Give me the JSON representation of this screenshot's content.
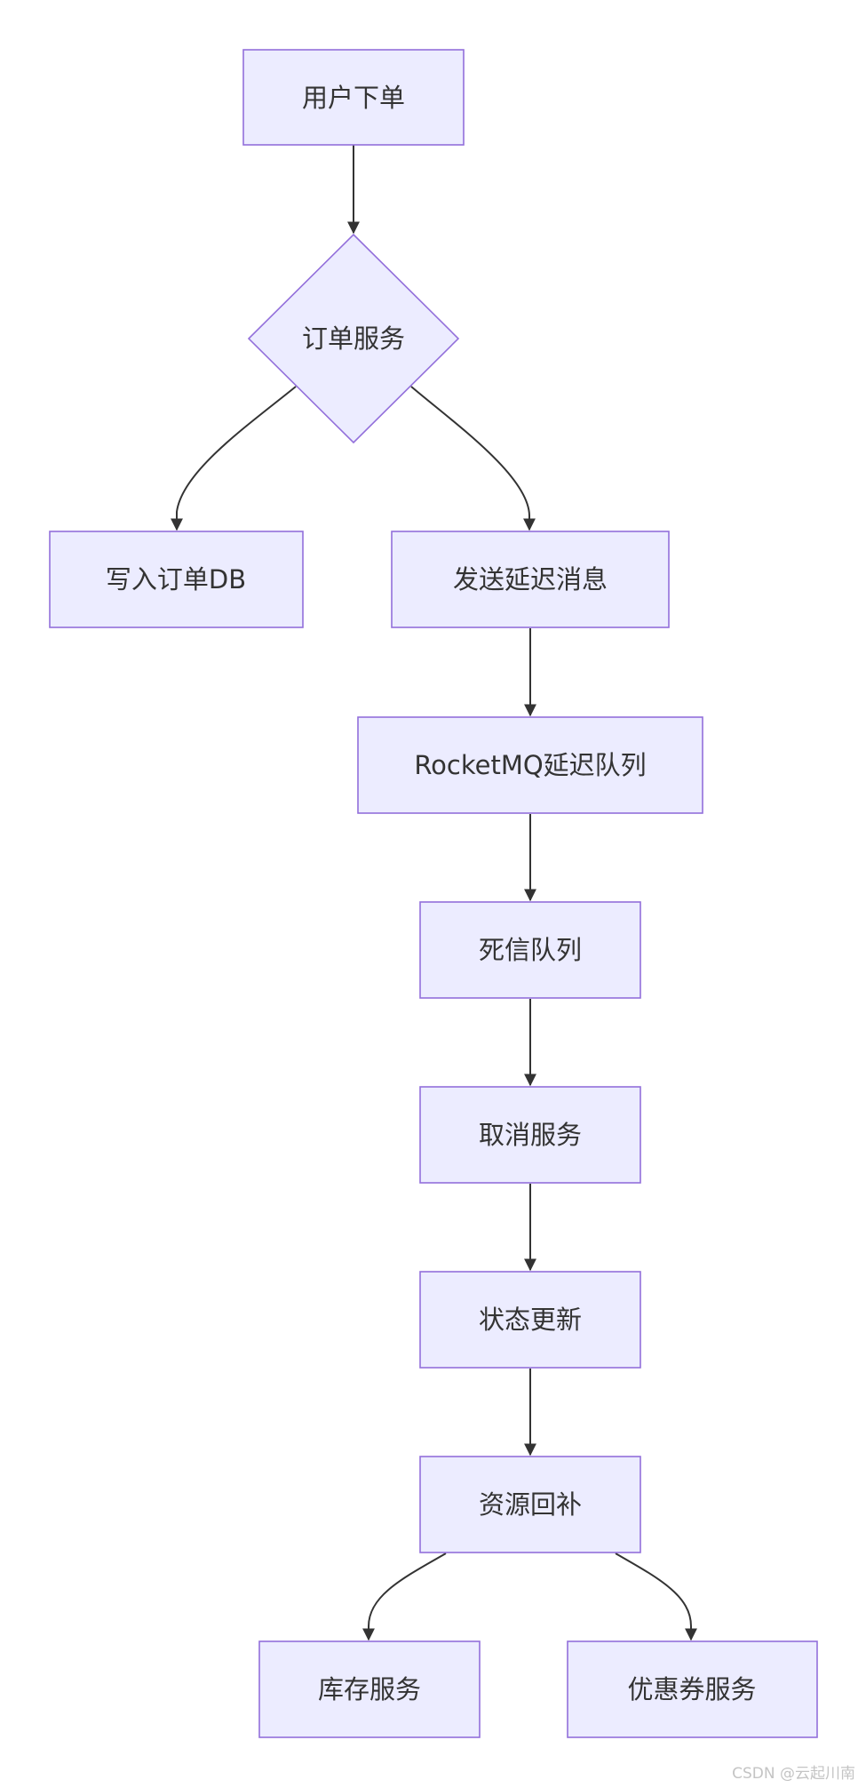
{
  "nodes": {
    "user_order": "用户下单",
    "order_service": "订单服务",
    "write_db": "写入订单DB",
    "send_delay": "发送延迟消息",
    "rocketmq_delay_queue": "RocketMQ延迟队列",
    "dead_letter_queue": "死信队列",
    "cancel_service": "取消服务",
    "status_update": "状态更新",
    "resource_backfill": "资源回补",
    "inventory_service": "库存服务",
    "coupon_service": "优惠券服务"
  },
  "watermark": "CSDN @云起川南",
  "colors": {
    "node_fill": "#ECECFF",
    "node_stroke": "#9370DB",
    "edge": "#333333",
    "text": "#333333"
  }
}
